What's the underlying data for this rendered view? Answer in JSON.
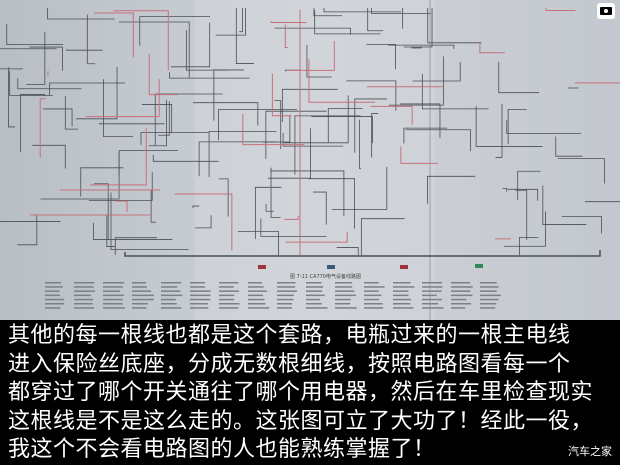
{
  "diagram": {
    "title": "图 7-11 CA770电气设备线路图",
    "colors": {
      "paper": "#c8ccd2",
      "wire": "#4a4e55",
      "red_wire": "#c8707a",
      "legend_red": "#a0303c",
      "legend_blue": "#3a5a7a",
      "legend_green": "#2e8a5a"
    }
  },
  "caption": {
    "lines": [
      "其他的每一根线也都是这个套路，电瓶过来的一根主电线",
      "进入保险丝底座，分成无数根细线，按照电路图看每一个",
      "都穿过了哪个开关通往了哪个用电器，然后在车里检查现实",
      "这根线是不是这么走的。这张图可立了大功了！经此一役，",
      "我这个不会看电路图的人也能熟练掌握了！"
    ]
  },
  "watermark": {
    "text": "汽车之家"
  }
}
